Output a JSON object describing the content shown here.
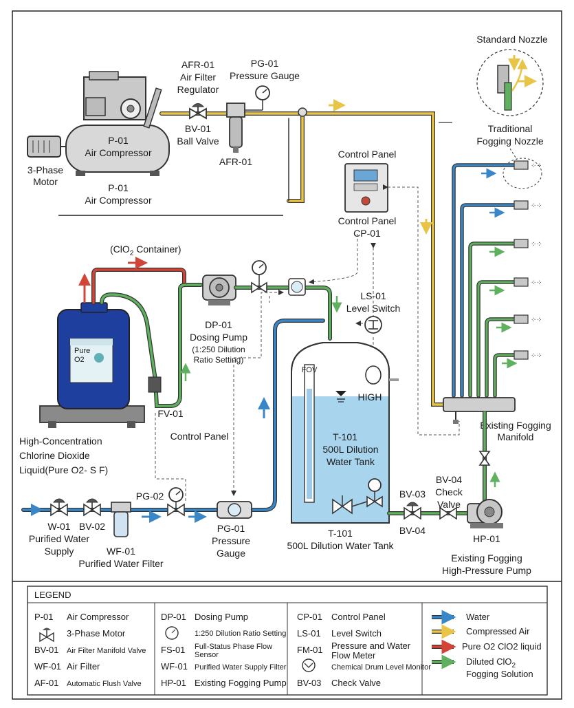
{
  "colors": {
    "water": "#3a87c8",
    "compressed_air": "#e8c547",
    "pure_liquid": "#d24436",
    "diluted_solution": "#5fb05f",
    "control_signal": "#555555",
    "tank_fill": "#a9d4ee"
  },
  "components": {
    "compressor": {
      "code": "P-01",
      "name": "Air Compressor",
      "code2": "P-01",
      "name2": "Air Compressor"
    },
    "motor": {
      "line1": "3-Phase",
      "line2": "Motor"
    },
    "afr_top": {
      "code": "AFR-01",
      "line1": "Air Filter",
      "line2": "Regulator"
    },
    "pg01_top": {
      "code": "PG-01",
      "name": "Pressure Gauge"
    },
    "bv01": {
      "code": "BV-01",
      "name": "Ball Valve"
    },
    "afr_bottom": {
      "code": "AFR-01"
    },
    "control_panel_top": {
      "title": "Control Panel",
      "line1": "Control Panel",
      "line2": "CP-01"
    },
    "nozzle": {
      "standard": "Standard Nozzle",
      "traditional1": "Traditional",
      "traditional2": "Fogging Nozzle"
    },
    "container": {
      "prefix": "(ClO",
      "sub": "2",
      "suffix": "  Container)"
    },
    "drum": {
      "label1": "Pure",
      "label2": "O2"
    },
    "dosing_pump": {
      "code": "DP-01",
      "name": "Dosing Pump",
      "note1": "(1:250 Dilution",
      "note2": "Ratio Setting)"
    },
    "fv01": {
      "code": "FV-01"
    },
    "chemical_desc": {
      "line1": "High-Concentration",
      "line2": "Chlorine Dioxide",
      "line3": "Liquid(Pure O2- S F)"
    },
    "control_panel_mid": {
      "text": "Control Panel"
    },
    "ls01": {
      "code": "LS-01",
      "name": "Level Switch"
    },
    "tank": {
      "code": "T-101",
      "line1": "500L Dilution",
      "line2": "Water Tank",
      "high": "HIGH",
      "gauge_mark": "FOV",
      "bottom_code": "T-101",
      "bottom_name": "500L Dilution Water Tank"
    },
    "manifold": {
      "line1": "Existing Fogging",
      "line2": "Manifold"
    },
    "bv04_check": {
      "code": "BV-04",
      "line1": "Check",
      "line2": "Valve"
    },
    "bv03": {
      "code": "BV-03"
    },
    "bv04": {
      "code": "BV-04"
    },
    "hp01": {
      "code": "HP-01",
      "line1": "Existing Fogging",
      "line2": "High-Pressure Pump"
    },
    "w01": {
      "code": "W-01",
      "line1": "Purified Water",
      "line2": "Supply"
    },
    "bv02": {
      "code": "BV-02"
    },
    "wf01": {
      "code": "WF-01",
      "name": "Purified Water Filter"
    },
    "pg02": {
      "code": "PG-02"
    },
    "pg01_bottom": {
      "code": "PG-01",
      "line1": "Pressure",
      "line2": "Gauge"
    }
  },
  "legend": {
    "title": "LEGEND",
    "col1": [
      {
        "code": "P-01",
        "text": "Air Compressor"
      },
      {
        "code": "",
        "text": "3-Phase Motor"
      },
      {
        "code": "BV-01",
        "text": "Air Filter Manifold Valve"
      },
      {
        "code": "WF-01",
        "text": "Air Filter"
      },
      {
        "code": "AF-01",
        "text": "Automatic Flush Valve"
      }
    ],
    "col2": [
      {
        "code": "DP-01",
        "text": "Dosing Pump"
      },
      {
        "code": "",
        "text": "1:250 Dilution Ratio Setting"
      },
      {
        "code": "FS-01",
        "text": "Full-Status Phase Flow",
        "text2": "Sensor"
      },
      {
        "code": "WF-01",
        "text": "Purified Water Supply Filter"
      },
      {
        "code": "HP-01",
        "text": "Existing Fogging Pump"
      }
    ],
    "col3": [
      {
        "code": "CP-01",
        "text": "Control Panel"
      },
      {
        "code": "LS-01",
        "text": "Level Switch"
      },
      {
        "code": "FM-01",
        "text": "Pressure and Water",
        "text2": "Flow Meter"
      },
      {
        "code": "",
        "text": "Chemical Drum Level Monitor"
      },
      {
        "code": "BV-03",
        "text": "Check Valve"
      }
    ],
    "col4": [
      {
        "text": "Water"
      },
      {
        "text": "Compressed Air"
      },
      {
        "text": "Pure O2 ClO2 liquid"
      },
      {
        "text": "Diluted ClO",
        "sub": "2",
        "text2": "Fogging Solution"
      }
    ]
  }
}
